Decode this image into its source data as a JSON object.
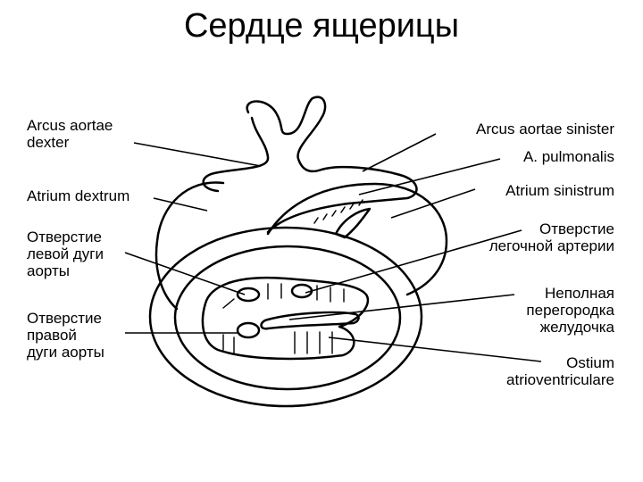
{
  "title": "Сердце ящерицы",
  "labels": {
    "arcus_dexter": "Arcus aortae\ndexter",
    "atrium_dextrum": "Atrium dextrum",
    "left_arch_opening": "Отверстие\nлевой дуги\nаорты",
    "right_arch_opening": "Отверстие\nправой\nдуги аорты",
    "arcus_sinister": "Arcus aortae sinister",
    "a_pulmonalis": "A. pulmonalis",
    "atrium_sinistrum": "Atrium sinistrum",
    "pulmonary_opening": "Отверстие\nлегочной артерии",
    "septum": "Неполная\nперегородка\nжелудочка",
    "ostium": "Ostium\natrioventriculare"
  }
}
